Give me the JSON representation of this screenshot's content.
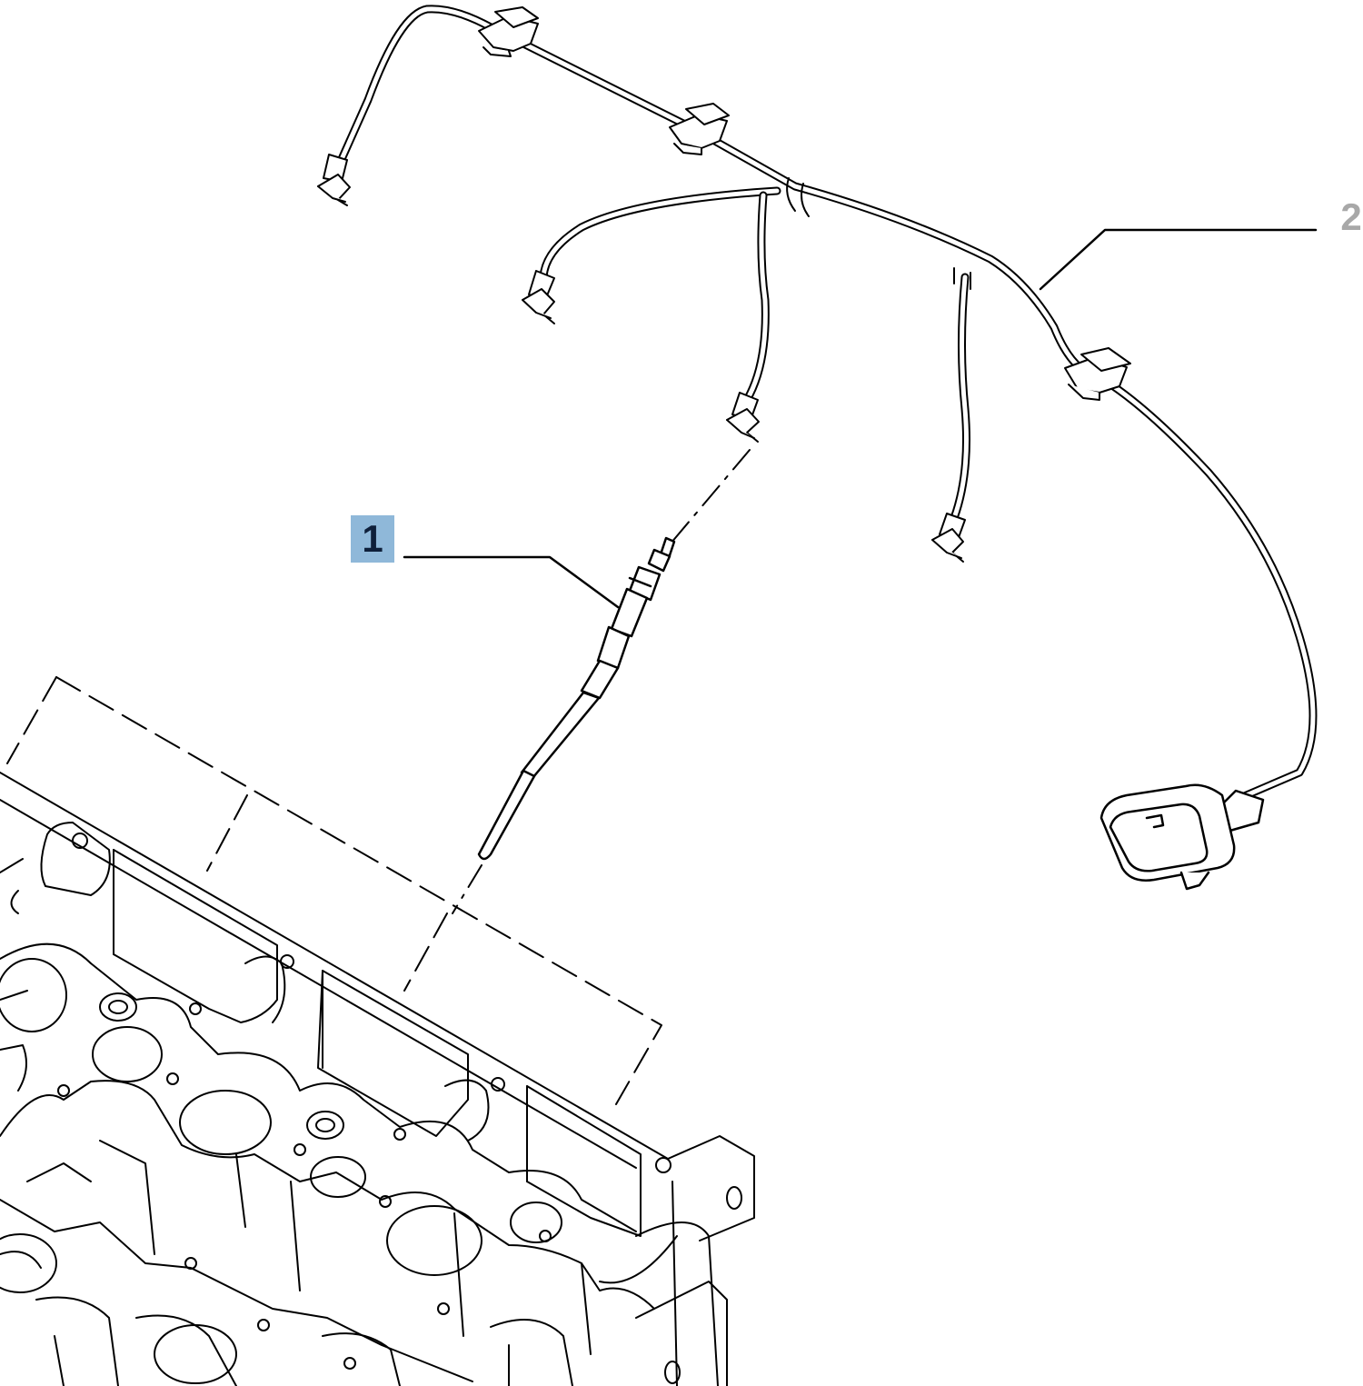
{
  "callouts": [
    {
      "id": "1",
      "label": "1",
      "part": "glow-plug",
      "highlighted": true,
      "highlight_color": "#8fb8d9"
    },
    {
      "id": "2",
      "label": "2",
      "part": "wiring-harness",
      "highlighted": false,
      "text_color": "#a8a8a8"
    }
  ],
  "colors": {
    "line": "#000000",
    "background": "#ffffff"
  }
}
